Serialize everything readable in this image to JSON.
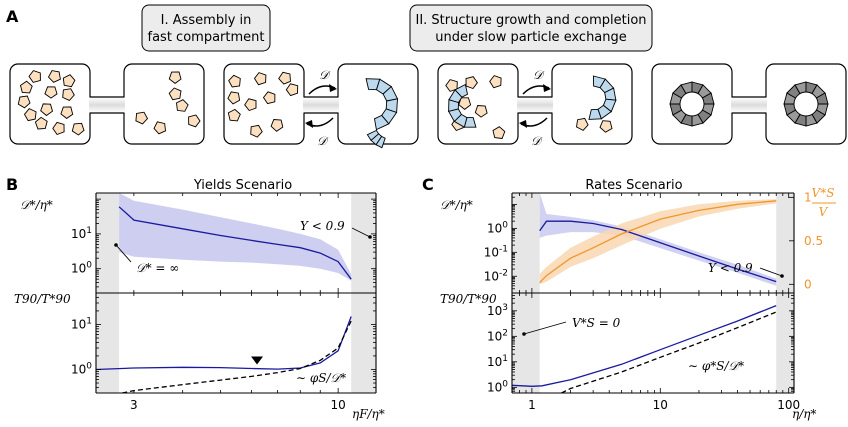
{
  "panel_a": {
    "label": "A",
    "stage1": "I. Assembly in\nfast compartment",
    "stage2": "II. Structure growth and completion\nunder slow particle exchange",
    "exchange_symbol": "𝒟"
  },
  "colors": {
    "blue": "#1a1aa0",
    "blue_band": "#c9c9ee",
    "orange": "#f0962d",
    "orange_band": "#f9d7b2",
    "grey_region": "#e6e6e6",
    "particle": "#fde0c0",
    "particle_blue": "#bcd9ee",
    "ring_dark": "#808080",
    "ring_light": "#cfcfcf"
  },
  "panel_b": {
    "label": "B",
    "title": "Yields Scenario",
    "top_ylabel": "𝒟*/η*",
    "bottom_ylabel": "T90/T*90",
    "xlabel": "ηF/η*",
    "annotation_inf": "𝒟* = ∞",
    "annotation_y": "Y < 0.9",
    "annotation_scaling": "∼ φS/𝒟*"
  },
  "panel_c": {
    "label": "C",
    "title": "Rates Scenario",
    "top_ylabel": "𝒟*/η*",
    "right_ylabel_num": "V*S",
    "right_ylabel_den": "V",
    "bottom_ylabel": "T90/T*90",
    "xlabel": "η/η*",
    "annotation_v": "V*S = 0",
    "annotation_y": "Y < 0.9",
    "annotation_scaling": "∼ φ*S/𝒟*"
  },
  "chart_data": [
    {
      "type": "line",
      "panel": "B-top",
      "xscale": "log",
      "yscale": "log",
      "xlim": [
        2.4,
        12.5
      ],
      "ylim": [
        0.2,
        150
      ],
      "xticks": [
        "3",
        "10"
      ],
      "yticks": [
        "10^0",
        "10^1"
      ],
      "series": [
        {
          "role": "median",
          "x": [
            2.75,
            3,
            4,
            5,
            6,
            7,
            8,
            9,
            10,
            10.8
          ],
          "y": [
            60,
            25,
            14,
            9,
            6.5,
            5,
            4,
            2.8,
            1.6,
            0.5
          ]
        },
        {
          "role": "band_upper",
          "x": [
            2.75,
            3,
            4,
            5,
            6,
            7,
            8,
            9,
            10,
            10.8
          ],
          "y": [
            150,
            90,
            50,
            30,
            20,
            14,
            10,
            7,
            3.5,
            0.7
          ]
        },
        {
          "role": "band_lower",
          "x": [
            2.75,
            3,
            4,
            5,
            6,
            7,
            8,
            9,
            10,
            10.8
          ],
          "y": [
            3,
            2.2,
            1.8,
            1.6,
            1.5,
            1.35,
            1.2,
            1.0,
            0.75,
            0.45
          ]
        }
      ],
      "shaded_x": [
        [
          2.4,
          2.75
        ],
        [
          10.8,
          12.5
        ]
      ]
    },
    {
      "type": "line",
      "panel": "B-bottom",
      "xscale": "log",
      "yscale": "log",
      "xlim": [
        2.4,
        12.5
      ],
      "ylim": [
        0.3,
        50
      ],
      "xticks": [
        "3",
        "10"
      ],
      "yticks": [
        "10^0",
        "10^1"
      ],
      "series": [
        {
          "role": "T90",
          "x": [
            2.4,
            3,
            4,
            5,
            6,
            7,
            8,
            9,
            10,
            10.8
          ],
          "y": [
            1.0,
            1.08,
            1.12,
            1.1,
            1.05,
            1.02,
            1.08,
            1.4,
            2.6,
            15
          ]
        },
        {
          "role": "scaling",
          "x": [
            2.8,
            3,
            4,
            5,
            6,
            7,
            8,
            9,
            10,
            10.8
          ],
          "y": [
            0.3,
            0.34,
            0.46,
            0.58,
            0.7,
            0.85,
            1.05,
            1.6,
            3.0,
            12
          ]
        }
      ],
      "minimum_marker_x": 6.2,
      "shaded_x": [
        [
          2.4,
          2.75
        ],
        [
          10.8,
          12.5
        ]
      ]
    },
    {
      "type": "line",
      "panel": "C-top",
      "xscale": "log",
      "yscale": "log",
      "xlim": [
        0.7,
        110
      ],
      "ylim": [
        0.002,
        30
      ],
      "right_ylim": [
        -0.1,
        1.05
      ],
      "xticks": [
        "1",
        "10",
        "100"
      ],
      "yticks": [
        "10^-2",
        "10^-1",
        "10^0"
      ],
      "right_yticks": [
        "0",
        "0.5",
        "1"
      ],
      "series": [
        {
          "role": "median_D",
          "x": [
            1.15,
            1.3,
            2,
            3,
            5,
            10,
            20,
            40,
            80
          ],
          "y": [
            0.8,
            2.0,
            2.0,
            1.6,
            0.9,
            0.25,
            0.07,
            0.02,
            0.006
          ]
        },
        {
          "role": "band_D_upper",
          "x": [
            1.15,
            1.3,
            2,
            3,
            5,
            10,
            20,
            40,
            80
          ],
          "y": [
            30,
            4,
            3,
            2.2,
            1.2,
            0.35,
            0.1,
            0.03,
            0.008
          ]
        },
        {
          "role": "band_D_lower",
          "x": [
            1.15,
            1.3,
            2,
            3,
            5,
            10,
            20,
            40,
            80
          ],
          "y": [
            0.4,
            0.5,
            0.7,
            0.7,
            0.5,
            0.15,
            0.045,
            0.014,
            0.004
          ]
        },
        {
          "role": "VS_over_V",
          "axis": "right",
          "x": [
            1.15,
            1.3,
            2,
            3,
            5,
            10,
            20,
            40,
            80
          ],
          "y": [
            0.02,
            0.1,
            0.3,
            0.42,
            0.58,
            0.75,
            0.85,
            0.92,
            0.96
          ]
        },
        {
          "role": "band_V_upper",
          "axis": "right",
          "x": [
            1.15,
            1.3,
            2,
            3,
            5,
            10,
            20,
            40,
            80
          ],
          "y": [
            0.12,
            0.2,
            0.42,
            0.55,
            0.7,
            0.84,
            0.92,
            0.96,
            0.98
          ]
        },
        {
          "role": "band_V_lower",
          "axis": "right",
          "x": [
            1.15,
            1.3,
            2,
            3,
            5,
            10,
            20,
            40,
            80
          ],
          "y": [
            0.0,
            0.03,
            0.2,
            0.3,
            0.45,
            0.64,
            0.78,
            0.87,
            0.93
          ]
        }
      ],
      "shaded_x": [
        [
          0.7,
          1.15
        ],
        [
          80,
          110
        ]
      ]
    },
    {
      "type": "line",
      "panel": "C-bottom",
      "xscale": "log",
      "yscale": "log",
      "xlim": [
        0.7,
        110
      ],
      "ylim": [
        0.6,
        5000
      ],
      "xticks": [
        "1",
        "10",
        "100"
      ],
      "yticks": [
        "10^0",
        "10^1",
        "10^2",
        "10^3"
      ],
      "series": [
        {
          "role": "T90",
          "x": [
            0.7,
            1,
            1.2,
            2,
            5,
            10,
            20,
            40,
            80
          ],
          "y": [
            1.2,
            1.1,
            1.15,
            2,
            8,
            30,
            110,
            400,
            1600
          ]
        },
        {
          "role": "scaling",
          "x": [
            1.7,
            2,
            5,
            10,
            20,
            40,
            80
          ],
          "y": [
            0.6,
            0.9,
            4,
            15,
            55,
            220,
            900
          ]
        }
      ],
      "shaded_x": [
        [
          0.7,
          1.15
        ],
        [
          80,
          110
        ]
      ]
    }
  ]
}
